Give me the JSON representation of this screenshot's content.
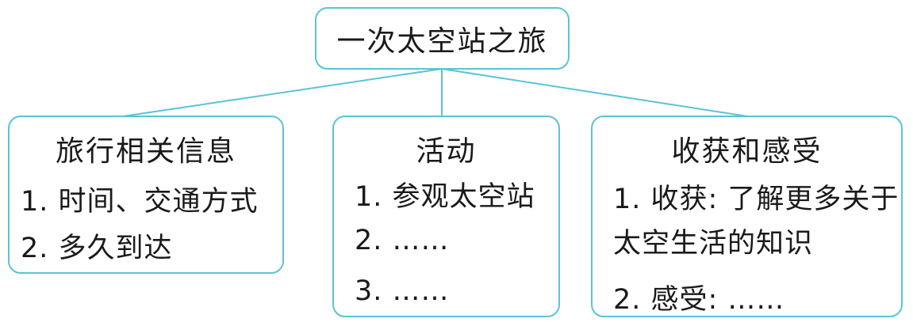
{
  "root": {
    "label": "一次太空站之旅"
  },
  "colors": {
    "border": "#5bc3d8",
    "connector": "#5bc3d8",
    "text": "#1a1a1a"
  },
  "branches": [
    {
      "title": "旅行相关信息",
      "items": [
        "1. 时间、交通方式",
        "2. 多久到达"
      ]
    },
    {
      "title": "活动",
      "items": [
        "1. 参观太空站",
        "2. ……",
        "3. ……"
      ]
    },
    {
      "title": "收获和感受",
      "items": [
        "1. 收获: 了解更多关于",
        "太空生活的知识",
        "2. 感受: ……"
      ]
    }
  ]
}
